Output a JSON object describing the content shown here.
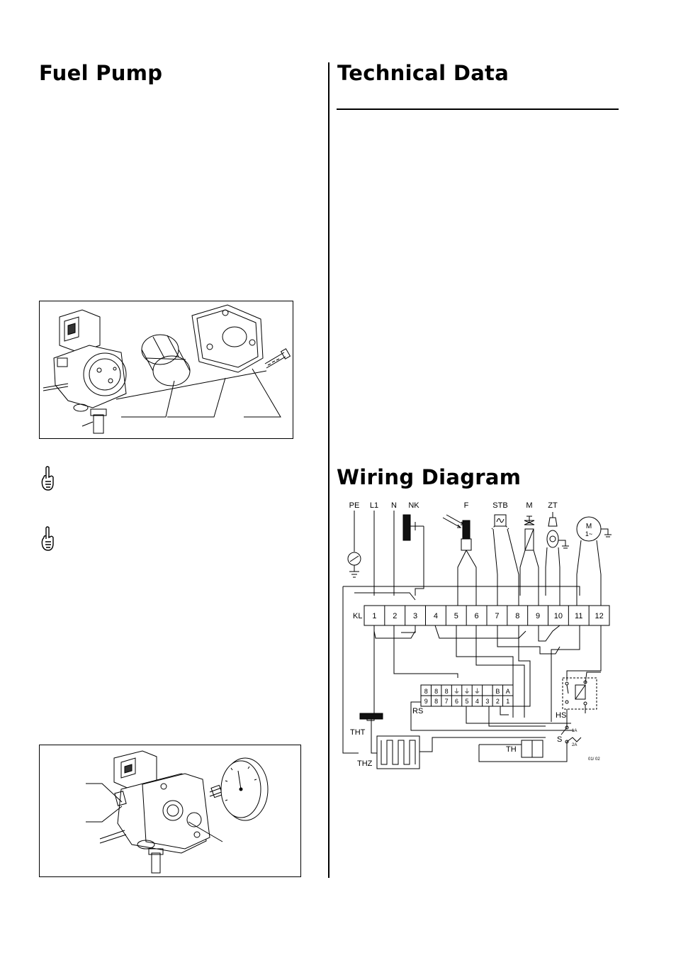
{
  "left": {
    "title": "Fuel Pump"
  },
  "right": {
    "title": "Technical Data",
    "wiring_title": "Wiring Diagram"
  },
  "icons": {
    "note": "pointing-hand-icon"
  },
  "wiring": {
    "top_labels": [
      "PE",
      "L1",
      "N",
      "NK",
      "F",
      "STB",
      "M",
      "ZT"
    ],
    "motor": "M",
    "motor_sub": "1~",
    "terminal_block": "KL",
    "terminals": [
      "1",
      "2",
      "3",
      "4",
      "5",
      "6",
      "7",
      "8",
      "9",
      "10",
      "11",
      "12"
    ],
    "rs_top": [
      "8",
      "8",
      "8",
      "⏚",
      "⏚",
      "⏚",
      "",
      "B",
      "A"
    ],
    "rs_bottom": [
      "9",
      "8",
      "7",
      "6",
      "5",
      "4",
      "3",
      "2",
      "1"
    ],
    "side_labels": {
      "rs": "RS",
      "tht": "THT",
      "thz": "THZ",
      "th": "TH",
      "s": "S",
      "hs": "HS"
    },
    "switch_labels": [
      "1A",
      "2A"
    ],
    "code": "01/ 02"
  }
}
